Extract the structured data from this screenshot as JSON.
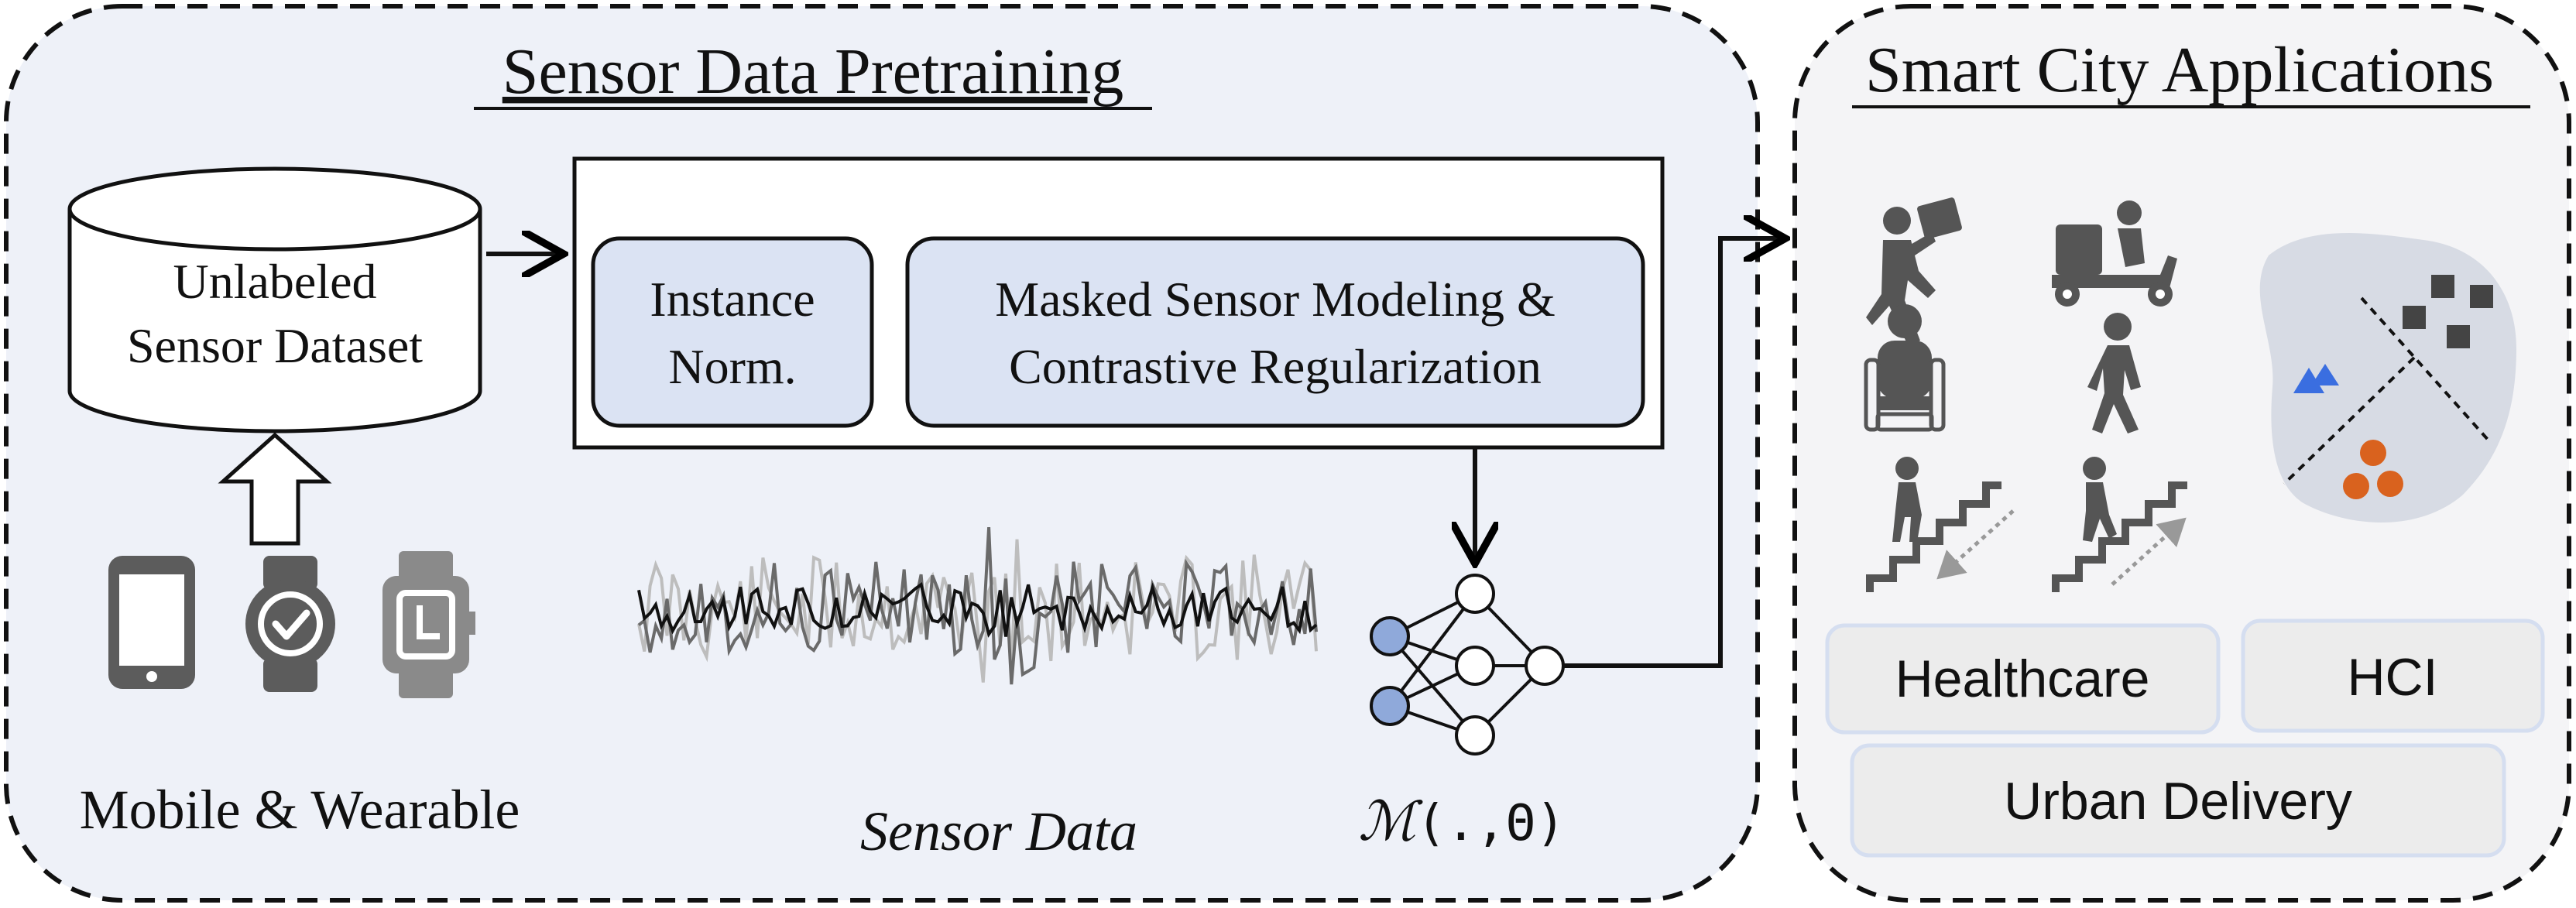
{
  "pretraining": {
    "title": "Sensor Data Pretraining",
    "dataset_line1": "Unlabeled",
    "dataset_line2": "Sensor Dataset",
    "instance_line1": "Instance",
    "instance_line2": "Norm.",
    "masked_line1": "Masked Sensor Modeling &",
    "masked_line2": "Contrastive Regularization",
    "devices_label": "Mobile & Wearable",
    "sensor_label": "Sensor Data",
    "model_label_script": "ℳ",
    "model_label_args": "(.,Θ)"
  },
  "applications": {
    "title": "Smart City Applications",
    "tags": {
      "healthcare": "Healthcare",
      "hci": "HCI",
      "urban_delivery": "Urban Delivery"
    }
  },
  "colors": {
    "panel_fill": "#eef1f8",
    "app_panel_fill": "#f4f4f6",
    "block_fill": "#dbe3f3",
    "icon_gray": "#5a5a5a",
    "node_blue": "#8fa9da",
    "triangle_blue": "#3a6ee0",
    "circle_orange": "#d9621e",
    "blob_gray": "#d7dbe4",
    "tag_fill": "#ececec",
    "tag_border": "#d5def0"
  },
  "icons": [
    "database-icon",
    "phone-icon",
    "smartwatch-check-icon",
    "smartwatch-clock-icon",
    "neural-network-icon",
    "person-carrying-box-icon",
    "delivery-scooter-icon",
    "wheelchair-user-icon",
    "walking-person-icon",
    "stairs-down-icon",
    "stairs-up-icon",
    "cluster-map-icon"
  ]
}
